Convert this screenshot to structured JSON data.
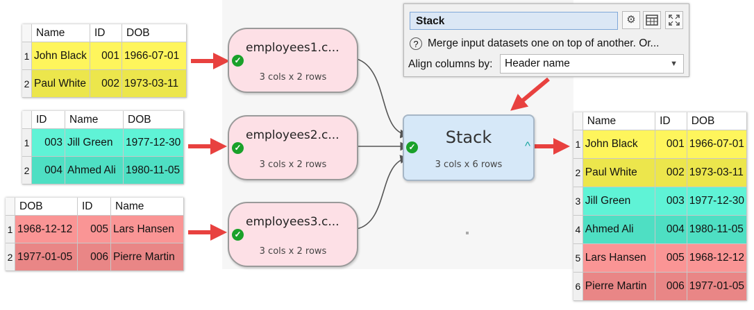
{
  "input_tables": [
    {
      "headers": [
        "Name",
        "ID",
        "DOB"
      ],
      "rows": [
        {
          "n": "1",
          "c": [
            "John Black",
            "001",
            "1966-07-01"
          ]
        },
        {
          "n": "2",
          "c": [
            "Paul White",
            "002",
            "1973-03-11"
          ]
        }
      ],
      "colors": [
        "#fef55c",
        "#ece64c"
      ]
    },
    {
      "headers": [
        "ID",
        "Name",
        "DOB"
      ],
      "rows": [
        {
          "n": "1",
          "c": [
            "003",
            "Jill Green",
            "1977-12-30"
          ]
        },
        {
          "n": "2",
          "c": [
            "004",
            "Ahmed Ali",
            "1980-11-05"
          ]
        }
      ],
      "colors": [
        "#5ff3d6",
        "#4edfc3"
      ]
    },
    {
      "headers": [
        "DOB",
        "ID",
        "Name"
      ],
      "rows": [
        {
          "n": "1",
          "c": [
            "1968-12-12",
            "005",
            "Lars Hansen"
          ]
        },
        {
          "n": "2",
          "c": [
            "1977-01-05",
            "006",
            "Pierre Martin"
          ]
        }
      ],
      "colors": [
        "#fa9595",
        "#e98686"
      ]
    }
  ],
  "nodes": [
    {
      "title": "employees1.c...",
      "sub": "3 cols x 2 rows"
    },
    {
      "title": "employees2.c...",
      "sub": "3 cols x 2 rows"
    },
    {
      "title": "employees3.c...",
      "sub": "3 cols x 2 rows"
    }
  ],
  "stack_node": {
    "title": "Stack",
    "sub": "3 cols x 6 rows",
    "ok_icon": "check-icon",
    "caret": "^"
  },
  "panel": {
    "name": "Stack",
    "description": "Merge input datasets one on top of another. Or...",
    "align_label": "Align columns by:",
    "align_value": "Header name",
    "icons": [
      "settings-icon",
      "table-icon",
      "fullscreen-icon"
    ]
  },
  "output_table": {
    "headers": [
      "Name",
      "ID",
      "DOB"
    ],
    "rows": [
      {
        "n": "1",
        "c": [
          "John Black",
          "001",
          "1966-07-01"
        ],
        "color": "#fef55c"
      },
      {
        "n": "2",
        "c": [
          "Paul White",
          "002",
          "1973-03-11"
        ],
        "color": "#ece64c"
      },
      {
        "n": "3",
        "c": [
          "Jill Green",
          "003",
          "1977-12-30"
        ],
        "color": "#5ff3d6"
      },
      {
        "n": "4",
        "c": [
          "Ahmed Ali",
          "004",
          "1980-11-05"
        ],
        "color": "#4edfc3"
      },
      {
        "n": "5",
        "c": [
          "Lars Hansen",
          "005",
          "1968-12-12"
        ],
        "color": "#fa9595"
      },
      {
        "n": "6",
        "c": [
          "Pierre Martin",
          "006",
          "1977-01-05"
        ],
        "color": "#e98686"
      }
    ]
  },
  "colors": {
    "arrow": "#e8413f",
    "connector": "#555555",
    "ok": "#1aa12a"
  }
}
